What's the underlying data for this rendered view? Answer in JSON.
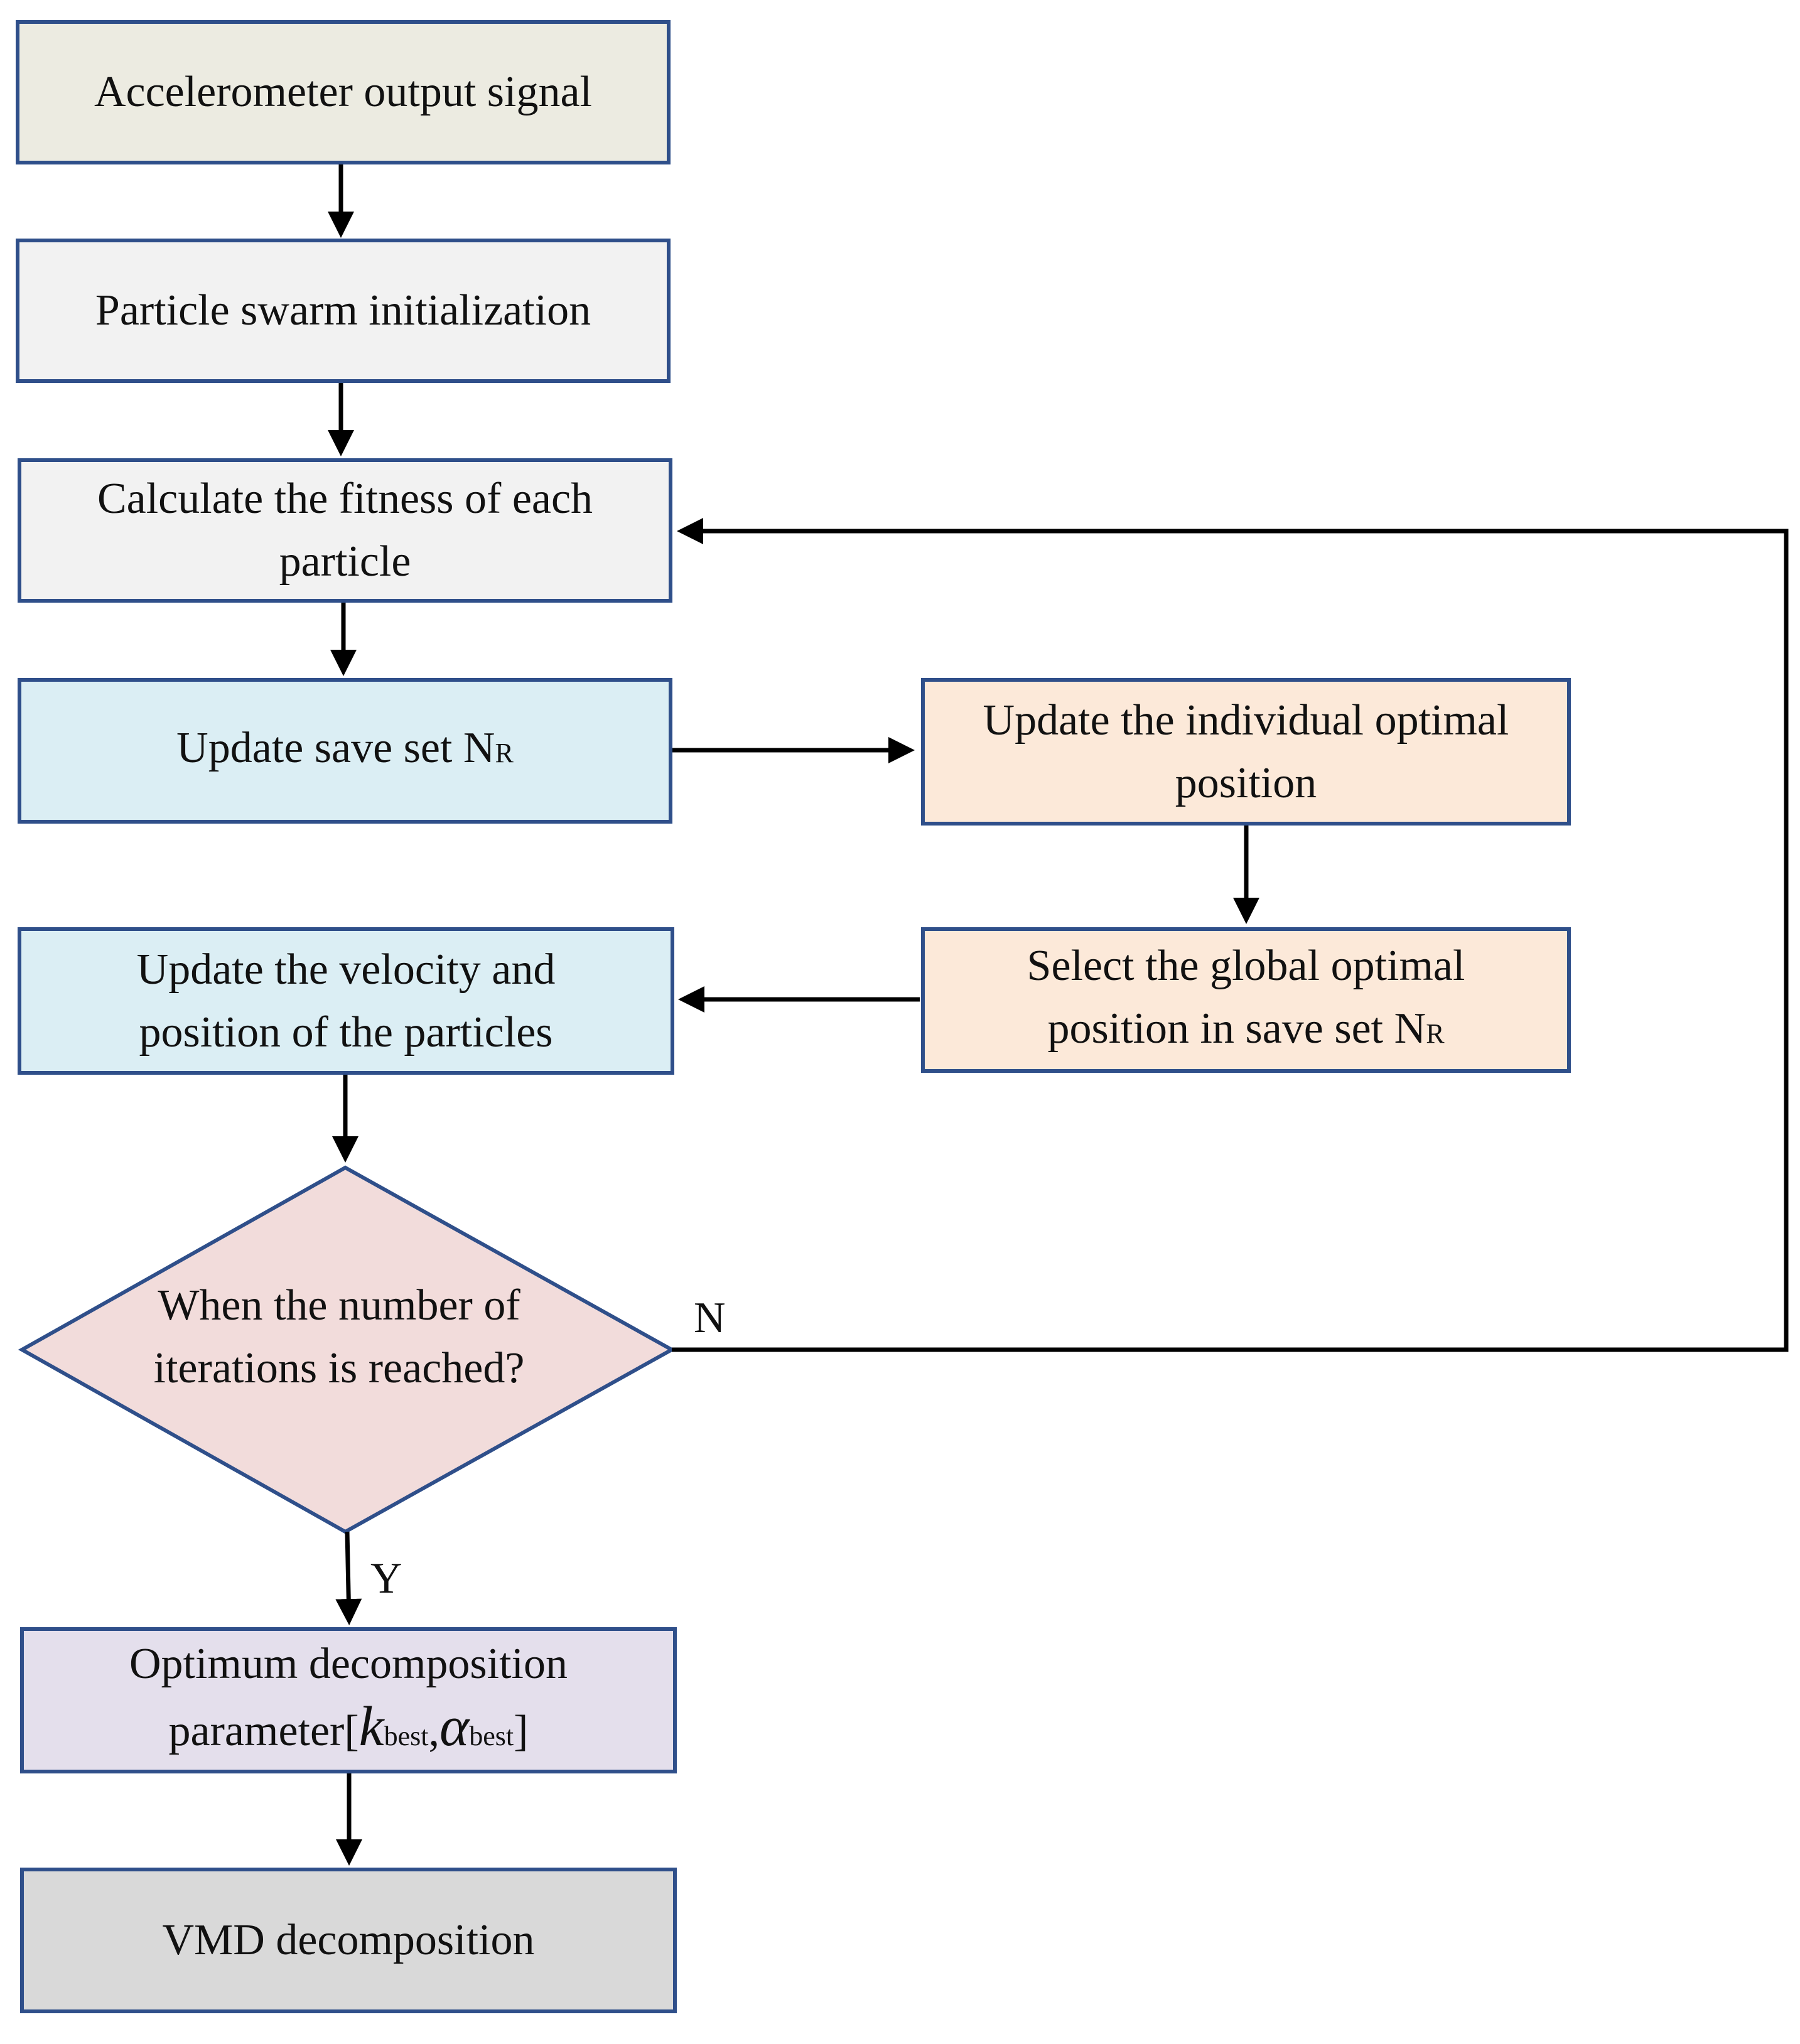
{
  "nodes": {
    "accel": {
      "text": "Accelerometer output signal",
      "fill": "#ecebe1"
    },
    "init": {
      "text": "Particle swarm initialization",
      "fill": "#f2f2f2"
    },
    "fitness": {
      "line1": "Calculate the fitness of each",
      "line2": "particle",
      "fill": "#f2f2f2"
    },
    "update_save": {
      "text": "Update save set N",
      "sub": "R",
      "fill": "#dbeef4"
    },
    "indiv": {
      "line1": "Update the individual optimal",
      "line2": "position",
      "fill": "#fce9d9"
    },
    "velocity": {
      "line1": "Update the velocity and",
      "line2": "position of the particles",
      "fill": "#dbeef4"
    },
    "global": {
      "line1": "Select the global optimal",
      "line2": "position in save set N",
      "sub": "R",
      "fill": "#fce9d9"
    },
    "decision": {
      "line1": "When the number of",
      "line2": "iterations is reached?",
      "fill": "#f2dcdb"
    },
    "optimum": {
      "line1": "Optimum decomposition",
      "line2_prefix": "parameter[",
      "k": "k",
      "k_sub": "best",
      "comma": ",",
      "a": "α",
      "a_sub": "best",
      "close": "]",
      "fill": "#e4dfec"
    },
    "vmd": {
      "text": "VMD decomposition",
      "fill": "#d9d9d9"
    }
  },
  "edge_labels": {
    "no": "N",
    "yes": "Y"
  },
  "colors": {
    "border": "#2f4f8a",
    "arrow": "#000000"
  }
}
